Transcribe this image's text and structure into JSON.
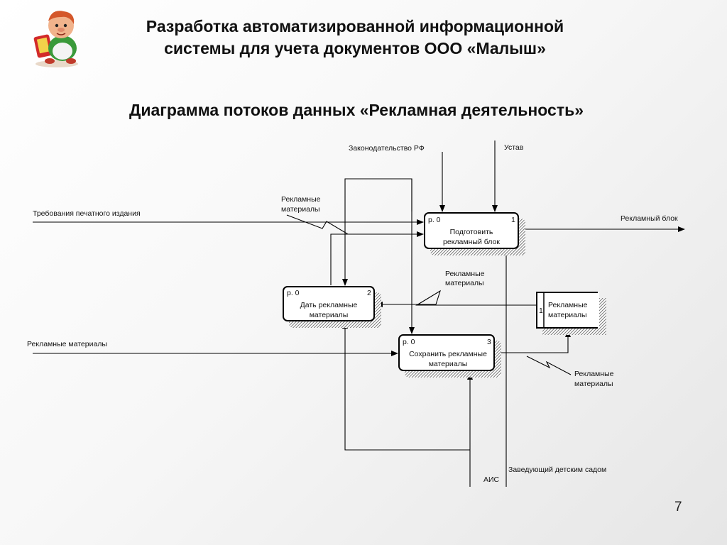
{
  "slide": {
    "title_line1": "Разработка автоматизированной информационной",
    "title_line2": "системы для учета документов ООО «Малыш»",
    "diagram_title": "Диаграмма потоков данных  «Рекламная  деятельность»",
    "page_number": "7"
  },
  "processes": [
    {
      "ref": "р. 0",
      "number": "1",
      "line1": "Подготовить",
      "line2": "рекламный блок"
    },
    {
      "ref": "р. 0",
      "number": "2",
      "line1": "Дать рекламные",
      "line2": "материалы"
    },
    {
      "ref": "р. 0",
      "number": "3",
      "line1": "Сохранить рекламные",
      "line2": "материалы"
    }
  ],
  "data_store": {
    "number": "1",
    "line1": "Рекламные",
    "line2": "материалы"
  },
  "flows": {
    "law": "Законодательство РФ",
    "charter": "Устав",
    "print_requirements": "Требования печатного издания",
    "ad_materials_top_1": "Рекламные",
    "ad_materials_top_2": "материалы",
    "ad_block": "Рекламный блок",
    "ad_materials_mid_1": "Рекламные",
    "ad_materials_mid_2": "материалы",
    "ad_materials_left": "Рекламные материалы",
    "ad_materials_right_1": "Рекламные",
    "ad_materials_right_2": "материалы",
    "ais": "АИС",
    "head": "Заведующий детским садом"
  }
}
